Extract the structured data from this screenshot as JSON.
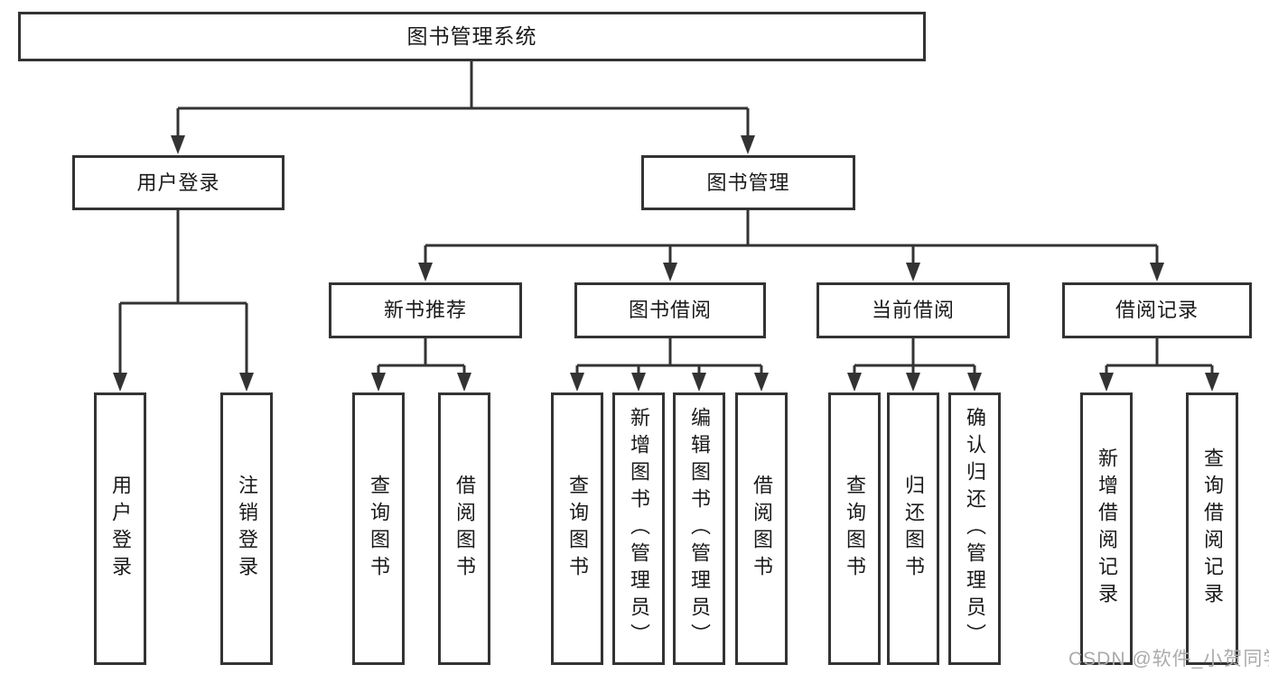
{
  "diagram": {
    "title": "图书管理系统",
    "watermark": "CSDN @软件_小贺同学",
    "colors": {
      "line": "#333333",
      "border": "#333333",
      "text": "#1a1a1a",
      "watermark": "#ababab",
      "background": "#ffffff"
    },
    "nodes": [
      {
        "id": "root",
        "label": "图书管理系统",
        "level": 1,
        "parent": null
      },
      {
        "id": "user-login",
        "label": "用户登录",
        "level": 2,
        "parent": "root"
      },
      {
        "id": "book-management",
        "label": "图书管理",
        "level": 2,
        "parent": "root"
      },
      {
        "id": "new-book-recommend",
        "label": "新书推荐",
        "level": 3,
        "parent": "book-management"
      },
      {
        "id": "book-borrowing",
        "label": "图书借阅",
        "level": 3,
        "parent": "book-management"
      },
      {
        "id": "current-borrowing",
        "label": "当前借阅",
        "level": 3,
        "parent": "book-management"
      },
      {
        "id": "borrowing-records",
        "label": "借阅记录",
        "level": 3,
        "parent": "book-management"
      },
      {
        "id": "leaf-user-login",
        "label": "用户登录",
        "level": 4,
        "parent": "user-login"
      },
      {
        "id": "leaf-logout",
        "label": "注销登录",
        "level": 4,
        "parent": "user-login"
      },
      {
        "id": "leaf-query-books-rec",
        "label": "查询图书",
        "level": 4,
        "parent": "new-book-recommend"
      },
      {
        "id": "leaf-borrow-books-rec",
        "label": "借阅图书",
        "level": 4,
        "parent": "new-book-recommend"
      },
      {
        "id": "leaf-query-books-borrow",
        "label": "查询图书",
        "level": 4,
        "parent": "book-borrowing"
      },
      {
        "id": "leaf-add-books-admin",
        "label": "新增图书（管理员）",
        "level": 4,
        "parent": "book-borrowing"
      },
      {
        "id": "leaf-edit-books-admin",
        "label": "编辑图书（管理员）",
        "level": 4,
        "parent": "book-borrowing"
      },
      {
        "id": "leaf-borrow-books",
        "label": "借阅图书",
        "level": 4,
        "parent": "book-borrowing"
      },
      {
        "id": "leaf-query-books-current",
        "label": "查询图书",
        "level": 4,
        "parent": "current-borrowing"
      },
      {
        "id": "leaf-return-books",
        "label": "归还图书",
        "level": 4,
        "parent": "current-borrowing"
      },
      {
        "id": "leaf-confirm-return",
        "label": "确认归还（管理员）",
        "level": 4,
        "parent": "current-borrowing"
      },
      {
        "id": "leaf-add-borrow-record",
        "label": "新增借阅记录",
        "level": 4,
        "parent": "borrowing-records"
      },
      {
        "id": "leaf-query-borrow-record",
        "label": "查询借阅记录",
        "level": 4,
        "parent": "borrowing-records"
      }
    ]
  }
}
